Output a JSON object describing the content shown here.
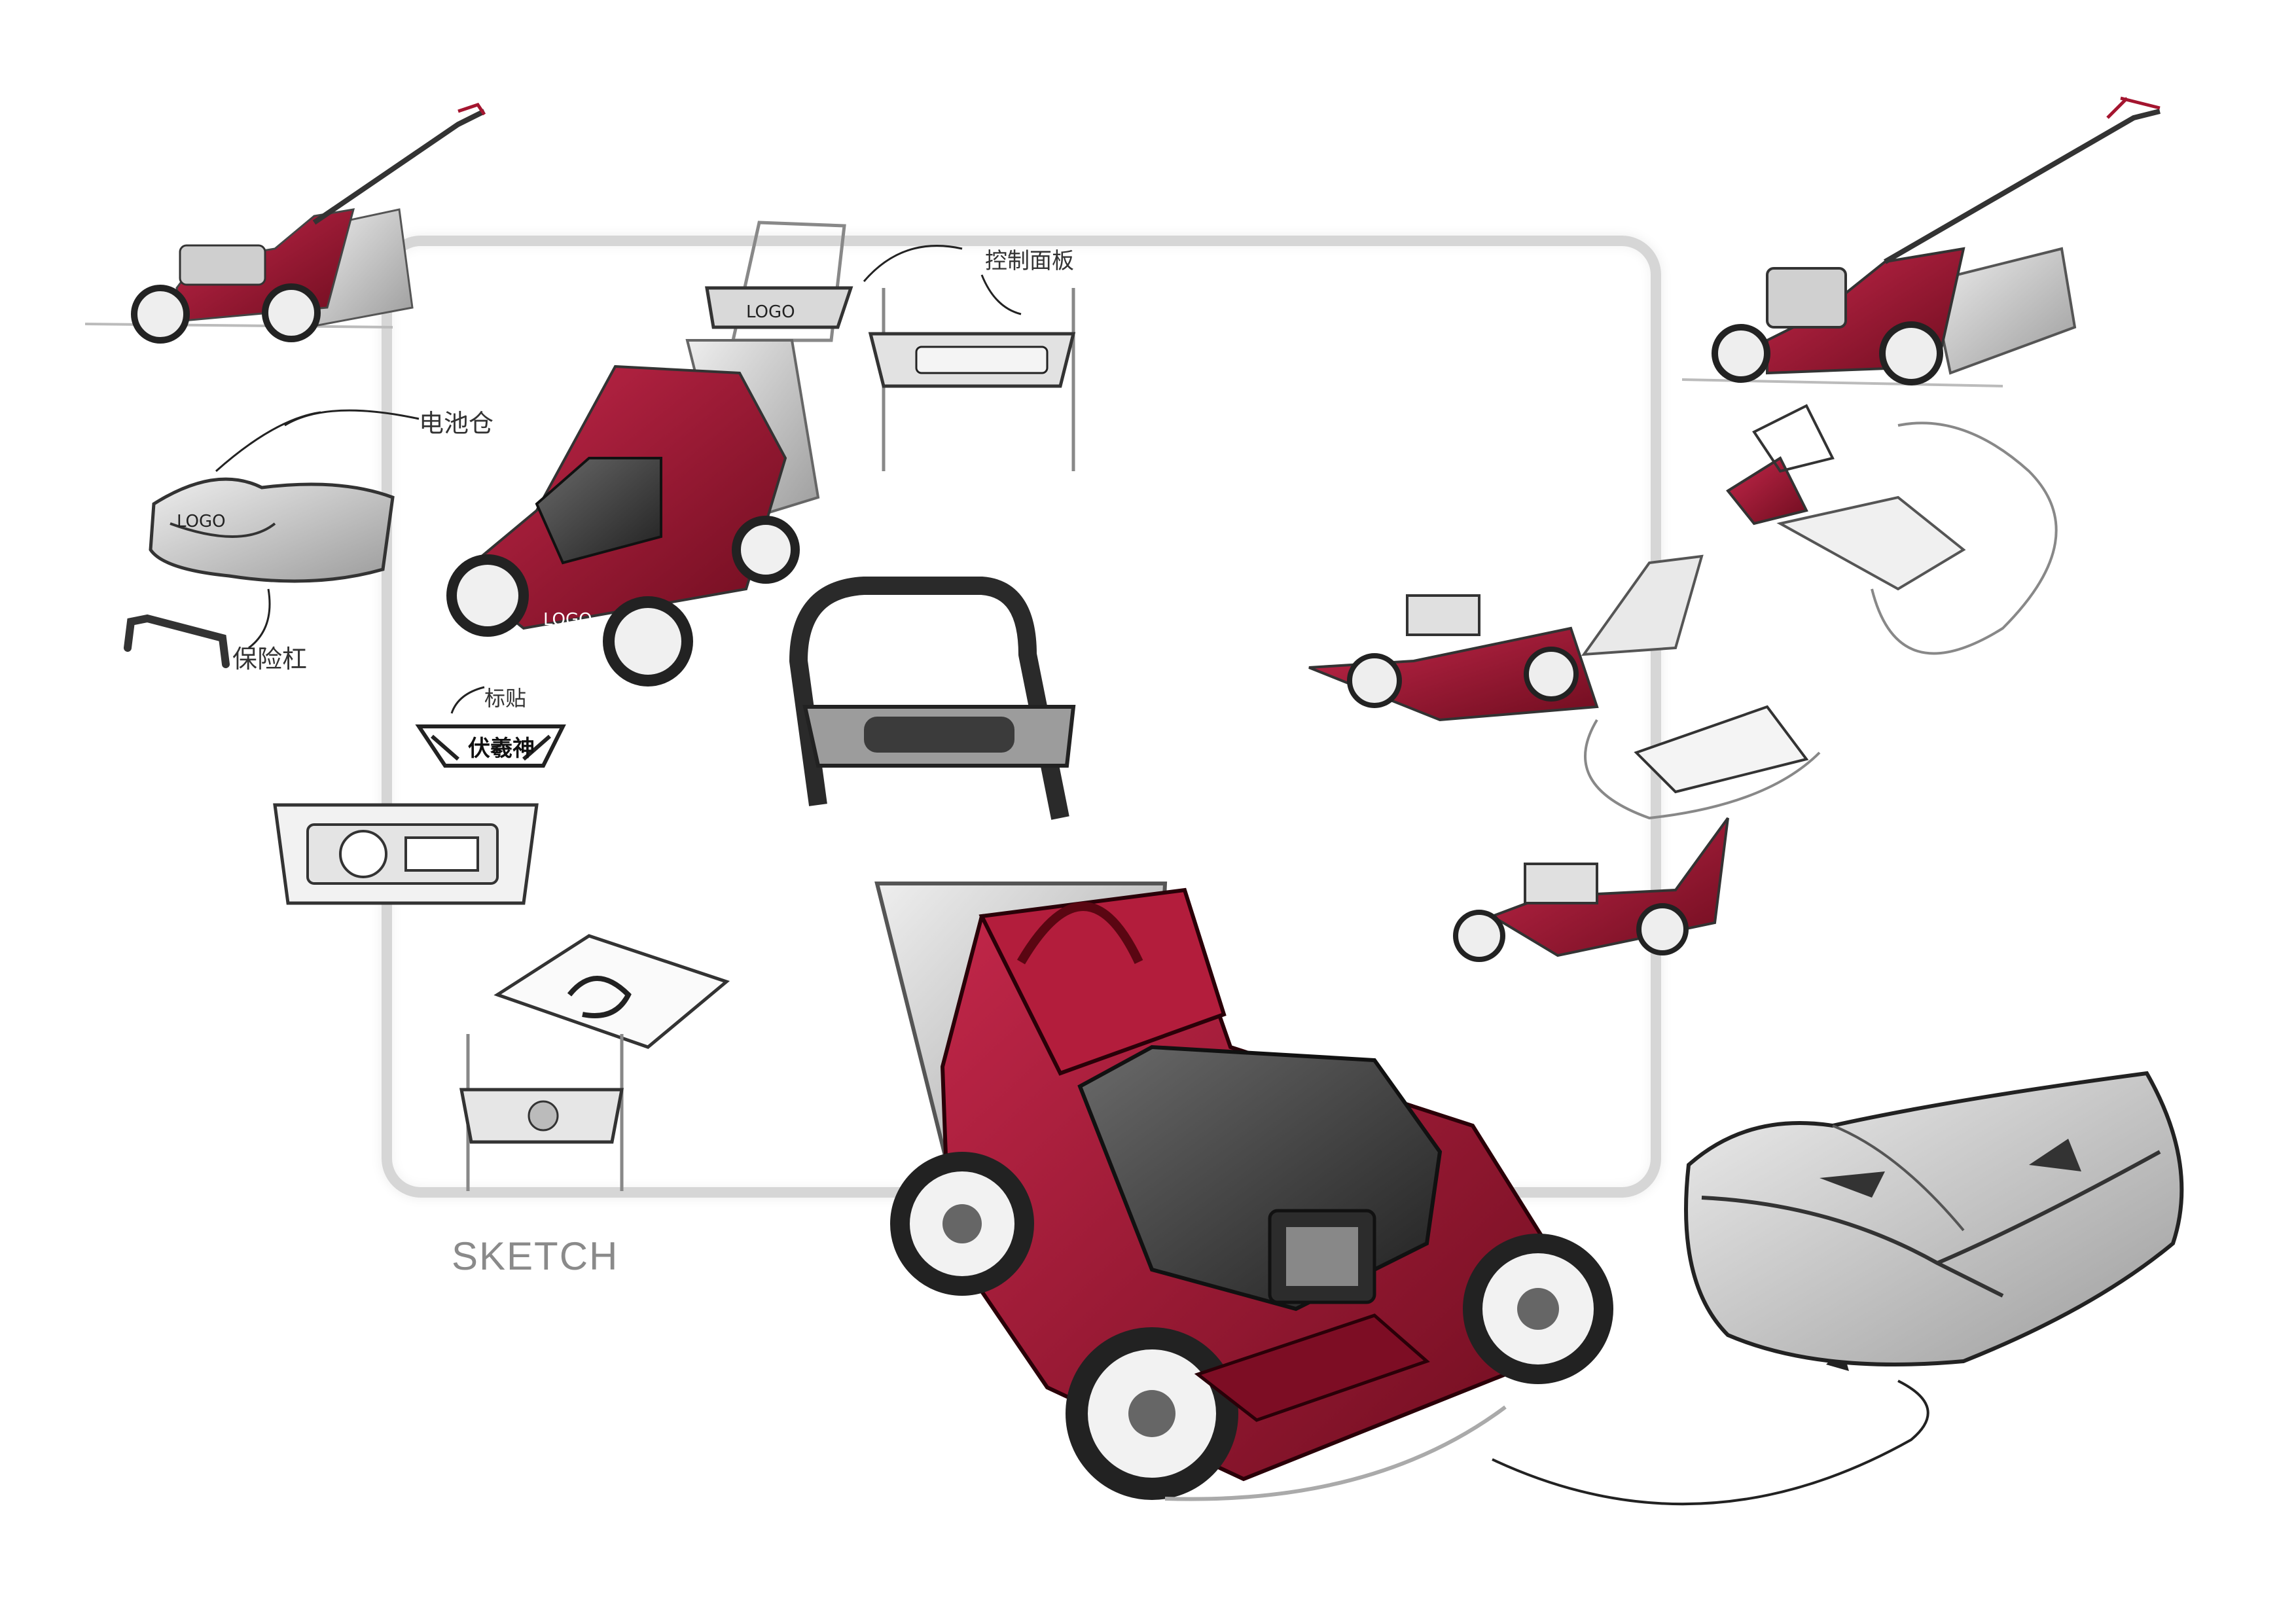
{
  "page": {
    "section_label": "SKETCH"
  },
  "annotations": {
    "control_panel": "控制面板",
    "battery_box": "电池仓",
    "bumper": "保险杠",
    "badge": "标贴"
  },
  "logos": {
    "handle_logo": "LOGO",
    "battery_logo": "LOGO",
    "front_logo": "LOGO",
    "badge_text": "伏羲神"
  },
  "palette": {
    "body_red": "#a4152f",
    "body_red_dark": "#6f0d1f",
    "engine_gray": "#3e3e3e",
    "wheel_dark": "#2b2b2b",
    "frame_gray": "#d6d6d6",
    "label_gray": "#8a8a8a"
  }
}
